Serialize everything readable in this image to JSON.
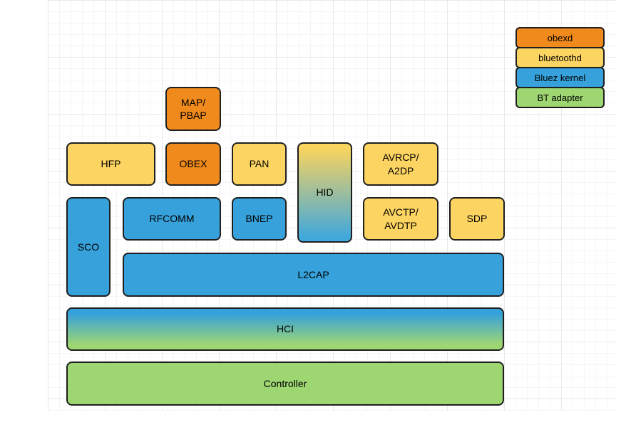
{
  "colors": {
    "orange": "#f08a1c",
    "yellow": "#fcd462",
    "blue": "#36a1da",
    "green": "#9ed672",
    "border": "#1f1f1f"
  },
  "blocks": {
    "map_pbap": "MAP/\nPBAP",
    "hfp": "HFP",
    "obex": "OBEX",
    "pan": "PAN",
    "hid": "HID",
    "avrcp_a2dp": "AVRCP/\nA2DP",
    "sco": "SCO",
    "rfcomm": "RFCOMM",
    "bnep": "BNEP",
    "avctp_avdtp": "AVCTP/\nAVDTP",
    "sdp": "SDP",
    "l2cap": "L2CAP",
    "hci": "HCI",
    "controller": "Controller"
  },
  "legend": {
    "items": [
      {
        "label": "obexd",
        "color": "#f08a1c"
      },
      {
        "label": "bluetoothd",
        "color": "#fcd462"
      },
      {
        "label": "Bluez kernel",
        "color": "#36a1da"
      },
      {
        "label": "BT adapter",
        "color": "#9ed672"
      }
    ]
  }
}
